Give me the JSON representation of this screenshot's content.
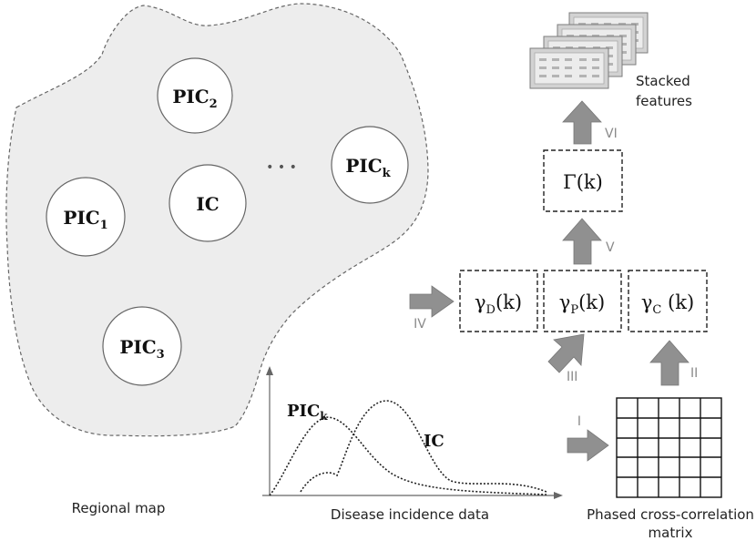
{
  "map": {
    "caption": "Regional map",
    "nodes": [
      {
        "id": "pic2",
        "base": "PIC",
        "sub": "2"
      },
      {
        "id": "pick",
        "base": "PIC",
        "sub": "k"
      },
      {
        "id": "ic",
        "base": "IC",
        "sub": ""
      },
      {
        "id": "pic1",
        "base": "PIC",
        "sub": "1"
      },
      {
        "id": "pic3",
        "base": "PIC",
        "sub": "3"
      }
    ],
    "ellipsis": "• • •"
  },
  "plot": {
    "caption": "Disease incidence data",
    "label_pic": {
      "base": "PIC",
      "sub": "k"
    },
    "label_ic": "IC"
  },
  "matrix": {
    "caption_line1": "Phased cross-correlation",
    "caption_line2": "matrix",
    "rows": 5,
    "cols": 5
  },
  "boxes": {
    "gamma_d": {
      "greek": "γ",
      "sub": "D",
      "arg": "(k)"
    },
    "gamma_p": {
      "greek": "γ",
      "sub": "P",
      "arg": "(k)"
    },
    "gamma_c": {
      "greek": "γ",
      "sub": "C",
      "arg": " (k)"
    },
    "big_gamma": "Γ(k)"
  },
  "steps": {
    "i": "I",
    "ii": "II",
    "iii": "III",
    "iv": "IV",
    "v": "V",
    "vi": "VI"
  },
  "stack": {
    "caption_line1": "Stacked",
    "caption_line2": "features"
  },
  "colors": {
    "region_fill": "#ededed",
    "arrow_fill": "#909090",
    "roman_text": "#8a8a8a",
    "stroke": "#333333"
  }
}
